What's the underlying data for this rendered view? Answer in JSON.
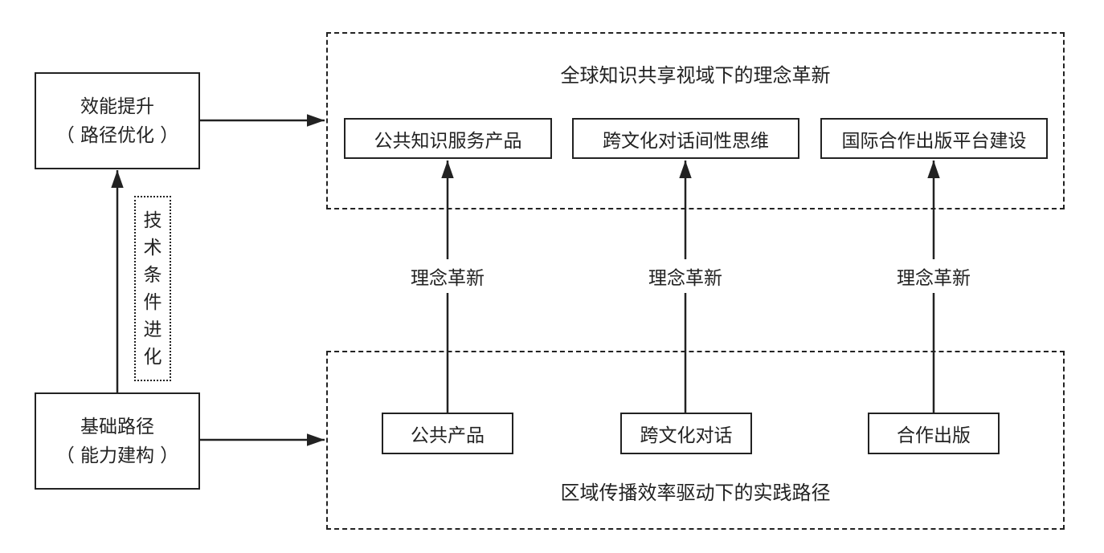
{
  "left": {
    "top_box": {
      "line1": "效能提升",
      "line2": "（ 路径优化 ）"
    },
    "bottom_box": {
      "line1": "基础路径",
      "line2": "（ 能力建构 ）"
    },
    "vertical_label": [
      "技",
      "术",
      "条",
      "件",
      "进",
      "化"
    ]
  },
  "top_region": {
    "title": "全球知识共享视域下的理念革新",
    "boxes": [
      "公共知识服务产品",
      "跨文化对话间性思维",
      "国际合作出版平台建设"
    ]
  },
  "bottom_region": {
    "title": "区域传播效率驱动下的实践路径",
    "boxes": [
      "公共产品",
      "跨文化对话",
      "合作出版"
    ]
  },
  "arrow_labels": [
    "理念革新",
    "理念革新",
    "理念革新"
  ]
}
